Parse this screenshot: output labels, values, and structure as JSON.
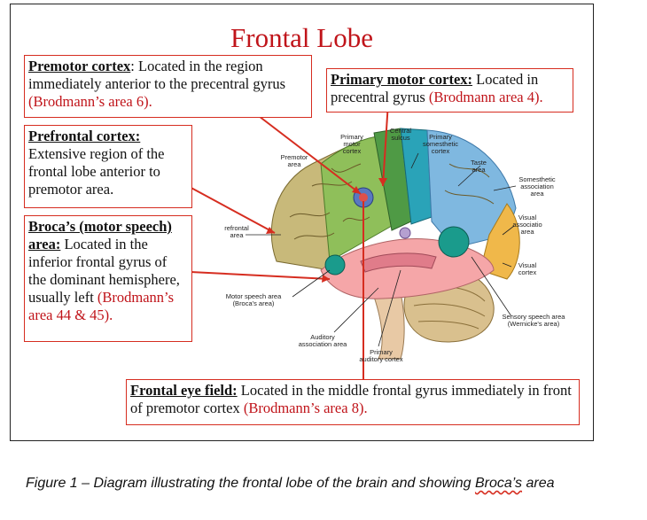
{
  "title": "Frontal Lobe",
  "boxes": {
    "premotor": {
      "heading": "Premotor cortex",
      "sep": ":",
      "text": " Located in the region immediately anterior to the precentral gyrus ",
      "ref": "(Brodmann’s area 6)."
    },
    "primary_motor": {
      "heading": "Primary motor cortex:",
      "text": " Located in precentral gyrus ",
      "ref": "(Brodmann area 4)."
    },
    "prefrontal": {
      "heading": "Prefrontal cortex:",
      "text": "Extensive region of the frontal lobe anterior to premotor area."
    },
    "broca": {
      "heading": "Broca’s (motor speech) area:",
      "text": " Located in the inferior frontal gyrus of the dominant hemisphere, usually left ",
      "ref": "(Brodmann’s area 44 & 45)."
    },
    "eye_field": {
      "heading": "Frontal eye field:",
      "text": " Located in the middle frontal gyrus immediately in front of premotor cortex ",
      "ref": "(Brodmann’s area 8)."
    }
  },
  "brain_labels": {
    "primary_motor": [
      "Primary",
      "motor",
      "cortex"
    ],
    "central_sulcus": [
      "Central",
      "sulcus"
    ],
    "primary_somesthetic": [
      "Primary",
      "somesthetic",
      "cortex"
    ],
    "premotor": [
      "Premotor",
      "area"
    ],
    "taste": [
      "Taste",
      "area"
    ],
    "somesthetic_assoc": [
      "Somesthetic",
      "association",
      "area"
    ],
    "prefrontal": [
      "refrontal",
      "area"
    ],
    "visual_assoc": [
      "Visual",
      "associatio",
      "area"
    ],
    "visual_cortex": [
      "Visual",
      "cortex"
    ],
    "motor_speech": [
      "Motor speech area",
      "(Broca's area)"
    ],
    "sensory_speech": [
      "Sensory speech area",
      "(Wernicke's area)"
    ],
    "auditory_assoc": [
      "Auditory",
      "association area"
    ],
    "primary_auditory": [
      "Primary",
      "auditory cortex"
    ]
  },
  "caption": {
    "main": "Figure 1 – Diagram illustrating the frontal lobe of the brain and showing ",
    "word": "Broca’s",
    "end": " area"
  },
  "colors": {
    "red": "#d62d20",
    "frontal": "#c8b97a",
    "premotor": "#8fbf5a",
    "motor": "#4f9a45",
    "somesthetic": "#2aa3b8",
    "parietal_assoc": "#7fb8e0",
    "occipital": "#f0b84a",
    "temporal": "#f5a6a8",
    "cerebellum": "#d9c08e"
  }
}
